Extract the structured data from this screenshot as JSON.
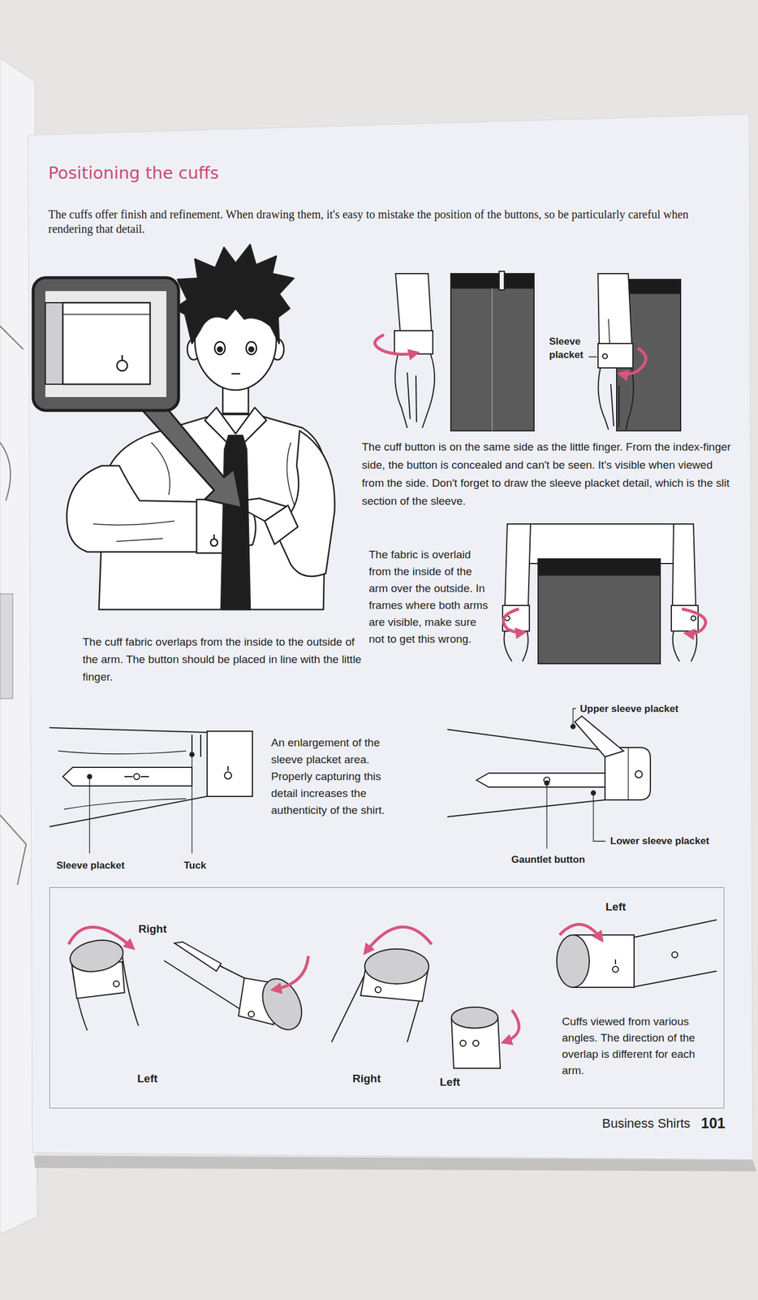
{
  "diagram": {
    "title": "Positioning the cuffs",
    "nodes": [
      {
        "text": [
          "Left",
          "Right",
          "Right",
          "Left",
          "Left",
          "Cuffs viewed from various angles. The direction of the overlap is different for each arm."
        ]
      }
    ],
    "labels": [
      "The cuffs offer finish and refinement. When drawing them, it's easy to mistake the position of the buttons, so be particularly careful when rendering that detail.",
      "Sleeve placket",
      "The cuff button is on the same side as the little finger. From the index-finger side, the button is concealed and can't be seen. It's visible when viewed from the side. Don't forget to draw the sleeve placket detail, which is the slit section of the sleeve.",
      "The fabric is overlaid from the inside of the arm over the outside. In frames where both arms are visible, make sure not to get this wrong.",
      "The cuff fabric overlaps from the inside to the outside of the arm. The button should be placed in line with the little finger.",
      "An enlargement of the sleeve placket area. Properly capturing this detail increases the authenticity of the shirt.",
      "Upper sleeve placket",
      "Sleeve placket",
      "Tuck",
      "Lower sleeve placket",
      "Gauntlet button",
      "Business Shirts",
      "101"
    ]
  }
}
